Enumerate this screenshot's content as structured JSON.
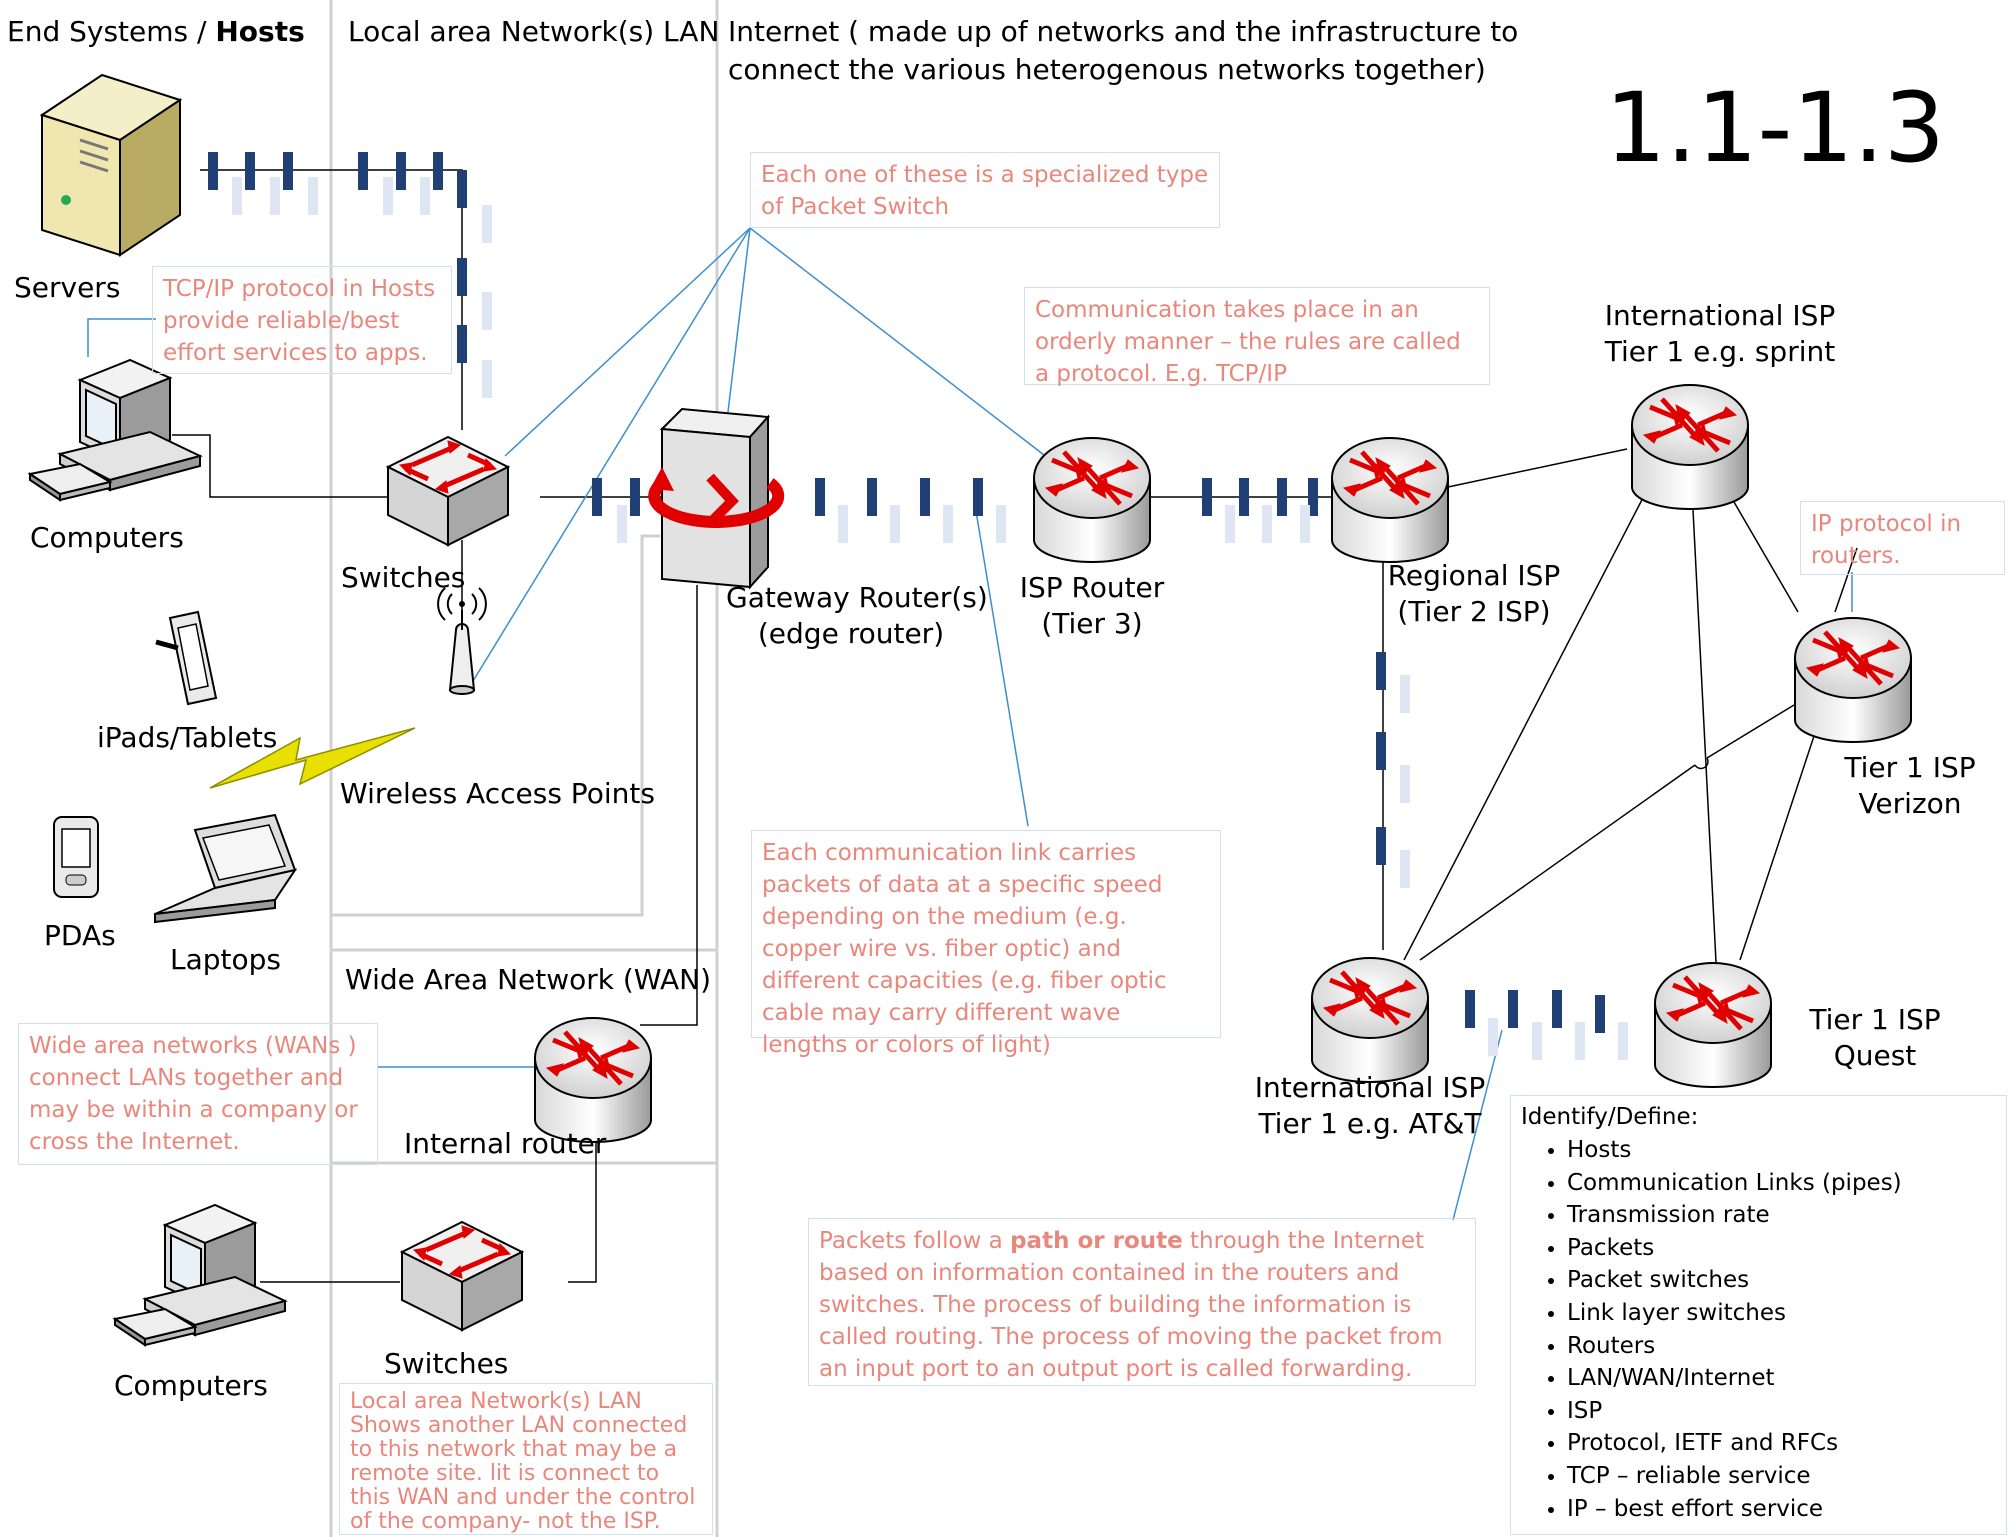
{
  "headers": {
    "end_systems_prefix": "End Systems / ",
    "end_systems_bold": "Hosts",
    "lan": "Local area Network(s) LAN",
    "internet_line1": "Internet ( made up of networks and the infrastructure to",
    "internet_line2": "connect the various heterogenous networks together)",
    "wan": "Wide Area Network (WAN)"
  },
  "title_number": "1.1-1.3",
  "labels": {
    "servers": "Servers",
    "computers_top": "Computers",
    "switches_top": "Switches",
    "wireless": "Wireless Access Points",
    "tablets": "iPads/Tablets",
    "pdas": "PDAs",
    "laptops": "Laptops",
    "gateway1": "Gateway Router(s)",
    "gateway2": "(edge router)",
    "isp_router1": "ISP Router",
    "isp_router2": "(Tier 3)",
    "regional1": "Regional ISP",
    "regional2": "(Tier 2 ISP)",
    "intl_sprint1": "International ISP",
    "intl_sprint2": "Tier 1 e.g. sprint",
    "verizon1": "Tier 1 ISP",
    "verizon2": "Verizon",
    "att1": "International ISP",
    "att2": "Tier 1 e.g. AT&T",
    "quest1": "Tier 1 ISP",
    "quest2": "Quest",
    "internal_router": "Internal router",
    "switches_bottom": "Switches",
    "computers_bottom": "Computers"
  },
  "notes": {
    "packet_switch": "Each one of these is a specialized type of Packet Switch",
    "tcpip_hosts": "TCP/IP protocol in Hosts provide reliable/best effort services to apps.",
    "protocol": "Communication takes place in an orderly manner – the rules are called a protocol. E.g. TCP/IP",
    "ip_protocol": "IP protocol in routers.",
    "link": "Each communication link carries packets of data at a specific speed depending on the medium (e.g. copper wire vs. fiber optic) and different capacities (e.g. fiber optic cable may carry different wave lengths or colors of light)",
    "wan": "Wide area networks (WANs ) connect LANs together and may be within a company or cross the Internet.",
    "path_pre": "Packets follow a ",
    "path_bold": "path or route",
    "path_post": " through the Internet based on information contained in the routers and switches. The process of building the information is called routing. The process of moving the packet from an input port to an output port is called forwarding.",
    "remote_lan": "Local area Network(s) LAN Shows another LAN connected to this network that may be a remote site. lit is connect to this WAN and under the control of the company- not the ISP."
  },
  "identify": {
    "title": "Identify/Define:",
    "items": [
      "Hosts",
      "Communication Links (pipes)",
      "Transmission rate",
      "Packets",
      "Packet switches",
      "Link layer switches",
      "Routers",
      "LAN/WAN/Internet",
      "ISP",
      "Protocol, IETF and RFCs",
      "TCP – reliable service",
      "IP – best effort service"
    ]
  },
  "colors": {
    "packet_dark": "#1f3f75",
    "packet_light": "#dde6f2",
    "note_text": "#e8877c",
    "note_border": "#cfe0ee",
    "callout_line": "#3b8fd0",
    "arrow_red": "#e00000",
    "lightning": "#e8e000"
  }
}
